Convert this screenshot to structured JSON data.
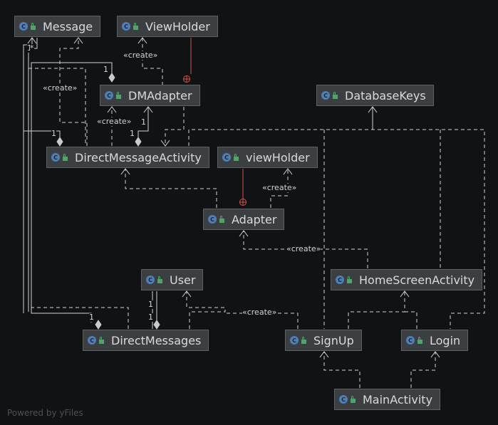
{
  "diagram": {
    "classes": {
      "message": "Message",
      "viewholder_upper": "ViewHolder",
      "dmadapter": "DMAdapter",
      "databasekeys": "DatabaseKeys",
      "directmessageactivity": "DirectMessageActivity",
      "viewholder_lower": "viewHolder",
      "adapter": "Adapter",
      "user": "User",
      "homescreenactivity": "HomeScreenActivity",
      "directmessages": "DirectMessages",
      "signup": "SignUp",
      "login": "Login",
      "mainactivity": "MainActivity"
    },
    "class_badge": "C",
    "create_label": "«create»",
    "multiplicity_one": "1",
    "multiplicity_star": "*",
    "footer": "Powered by yFiles"
  },
  "colors": {
    "background": "#111214",
    "node_fill": "#3c3f41",
    "edge": "#d0d2d4",
    "inner_class_edge": "#d9534f",
    "class_icon": "#4f7fb5",
    "access_icon": "#4fa56a"
  }
}
